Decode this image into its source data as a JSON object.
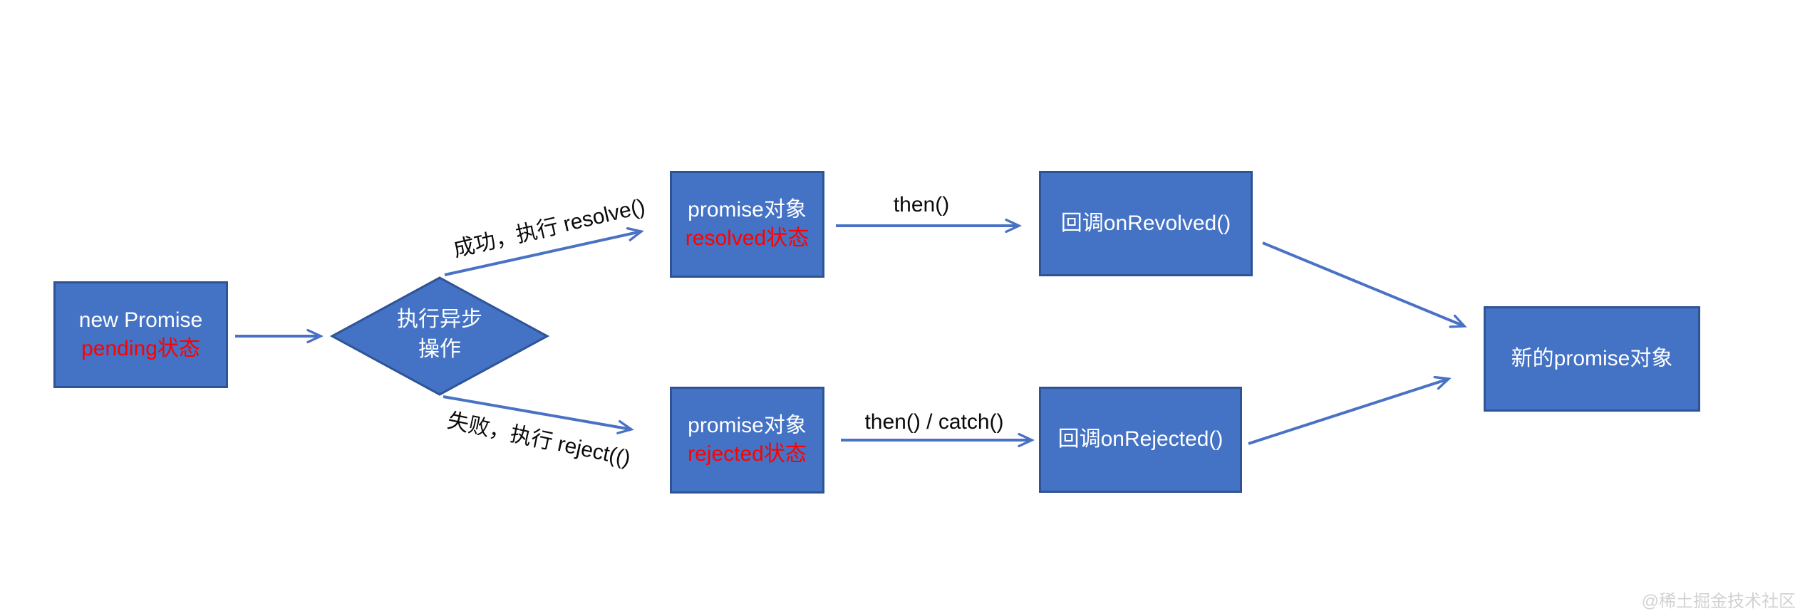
{
  "diagram": {
    "title_hint": "Promise state flow diagram",
    "colors": {
      "node_fill": "#4472c4",
      "node_border": "#2f5496",
      "arrow": "#4a72c4",
      "node_text": "#ffffff",
      "state_text": "#ff0000",
      "label_text": "#0a0a0a",
      "watermark_text": "#d2d2d2",
      "background": "#ffffff"
    },
    "nodes": {
      "start": {
        "line1": "new Promise",
        "line2": "pending状态"
      },
      "decision": {
        "line1": "执行异步",
        "line2": "操作"
      },
      "resolved": {
        "line1": "promise对象",
        "line2": "resolved状态"
      },
      "rejected": {
        "line1": "promise对象",
        "line2": "rejected状态"
      },
      "on_resolved": {
        "label": "回调onRevolved()"
      },
      "on_rejected": {
        "label": "回调onRejected()"
      },
      "new_promise": {
        "label": "新的promise对象"
      }
    },
    "edges": {
      "success_label": "成功，执行 resolve()",
      "fail_label": "失败，执行 reject(()",
      "then_label": "then()",
      "then_catch_label": "then() / catch()"
    },
    "watermark": "@稀土掘金技术社区"
  }
}
